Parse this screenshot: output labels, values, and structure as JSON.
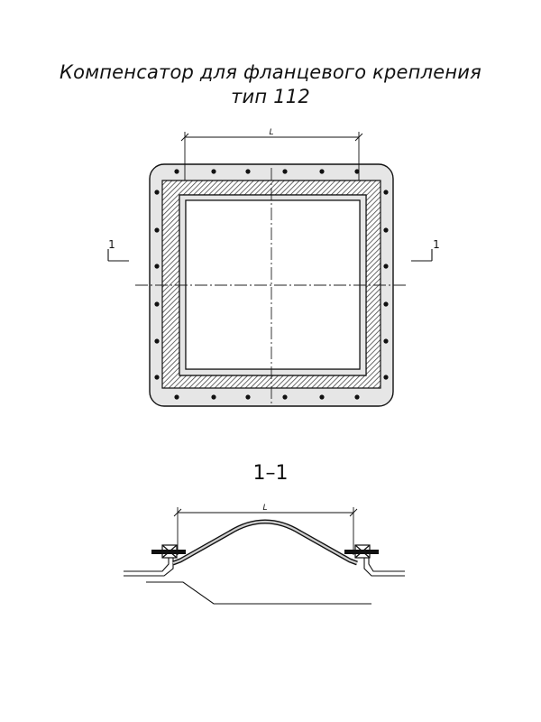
{
  "title": {
    "line1": "Компенсатор для фланцевого крепления",
    "line2": "тип 112"
  },
  "plan_view": {
    "dimension_label": "L",
    "cut_marker_left": "1",
    "cut_marker_right": "1"
  },
  "section_view": {
    "heading": "1–1",
    "dimension_label": "L"
  },
  "colors": {
    "line": "#111111",
    "flange_fill": "#e6e6e6",
    "hatch": "#555555"
  }
}
